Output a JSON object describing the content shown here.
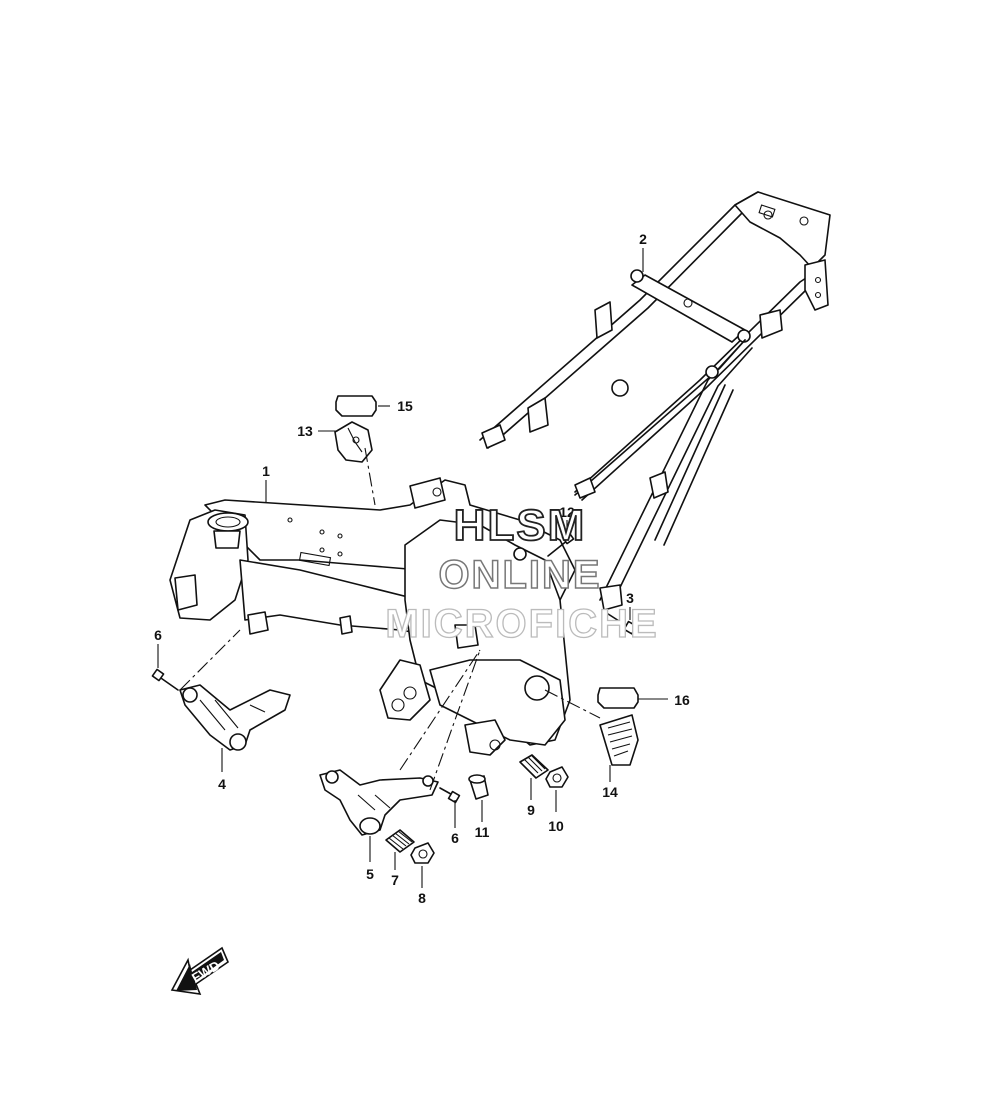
{
  "callouts": {
    "c1": "1",
    "c2": "2",
    "c3": "3",
    "c4": "4",
    "c5": "5",
    "c6a": "6",
    "c6b": "6",
    "c7": "7",
    "c8": "8",
    "c9": "9",
    "c10": "10",
    "c11": "11",
    "c12": "12",
    "c13": "13",
    "c14": "14",
    "c15": "15",
    "c16": "16"
  },
  "watermark": {
    "line1": "HLSM",
    "line2": "ONLINE",
    "line3": "MICROFICHE"
  },
  "fwd_label": "FWD",
  "icons": {
    "fwd": "fwd-arrow-icon"
  }
}
